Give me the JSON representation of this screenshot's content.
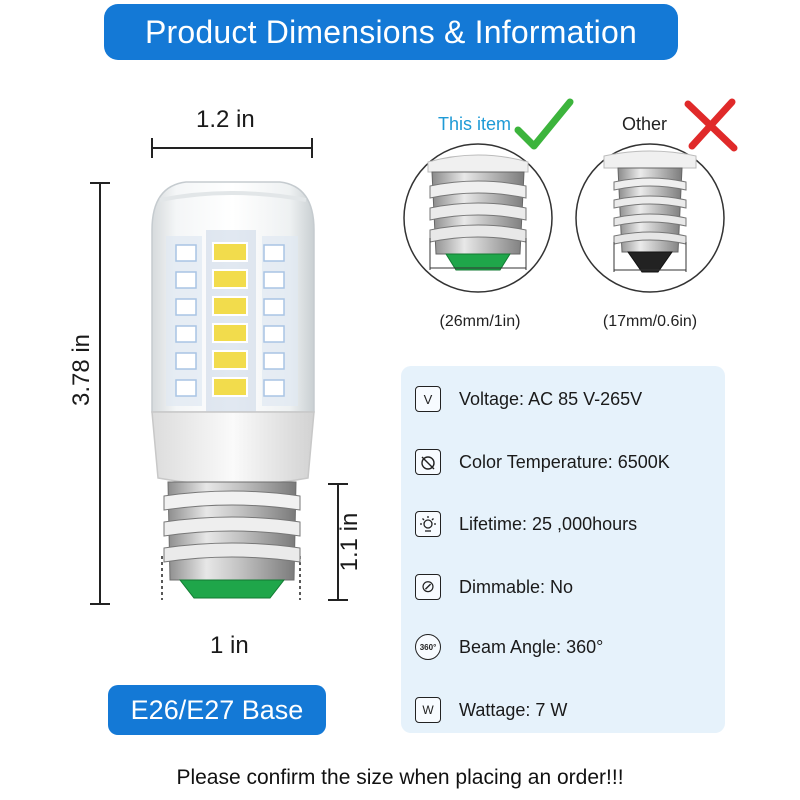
{
  "header": {
    "title": "Product Dimensions & Information"
  },
  "dimensions": {
    "width_label": "1.2 in",
    "height_label": "3.78 in",
    "base_height_label": "1.1 in",
    "base_width_label": "1 in"
  },
  "base_badge": "E26/E27 Base",
  "comparison": {
    "this_item": {
      "label": "This item",
      "size": "(26mm/1in)",
      "color": "#1e9ad6"
    },
    "other": {
      "label": "Other",
      "size": "(17mm/0.6in)"
    }
  },
  "specs": [
    {
      "icon": "voltage-icon",
      "glyph": "V",
      "text": "Voltage: AC   85 V-265V"
    },
    {
      "icon": "color-temperature-icon",
      "glyph": "",
      "text": "Color Temperature: 6500K"
    },
    {
      "icon": "lifetime-icon",
      "glyph": "",
      "text": "Lifetime: 25 ,000hours"
    },
    {
      "icon": "dimmable-icon",
      "glyph": "⊘",
      "text": "Dimmable: No"
    },
    {
      "icon": "beam-angle-icon",
      "glyph": "360°",
      "text": "Beam Angle: 360°"
    },
    {
      "icon": "wattage-icon",
      "glyph": "W",
      "text": "Wattage: 7 W"
    }
  ],
  "footer": {
    "note": "Please confirm the size when placing an order!!!"
  },
  "colors": {
    "brand_blue": "#1479d6",
    "panel_bg": "#e6f2fb",
    "check_green": "#3cb43c",
    "cross_red": "#e02a2a",
    "base_green": "#1fa64a"
  }
}
